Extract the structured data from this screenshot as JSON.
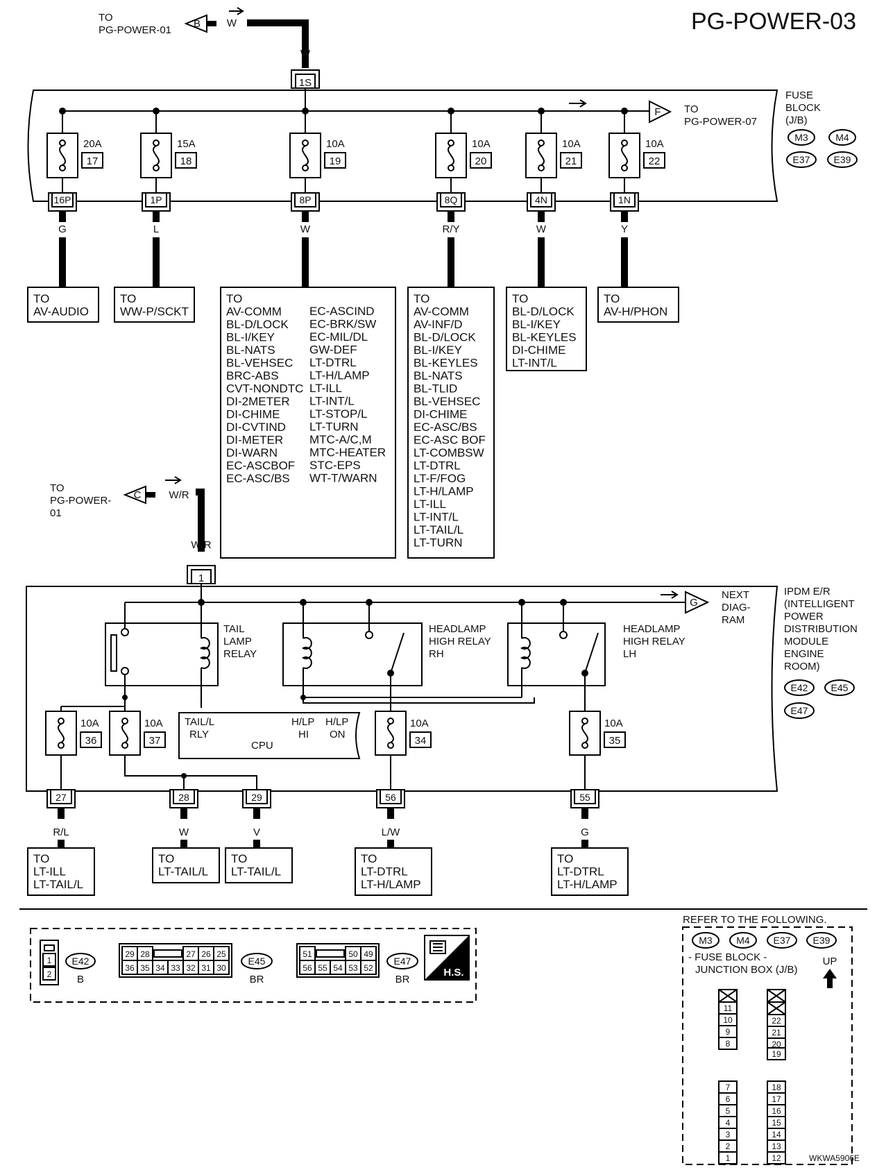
{
  "page_id": "PG-POWER-03",
  "top_link": {
    "to": "TO",
    "target": "PG-POWER-01",
    "connector": "B",
    "wire": "W"
  },
  "main_wire": "W",
  "main_connector": "1S",
  "fuse_block": {
    "name_lines": [
      "FUSE",
      "BLOCK",
      "(J/B)"
    ],
    "connectors": [
      "M3",
      "M4",
      "E37",
      "E39"
    ],
    "out_link": {
      "to": "TO",
      "target": "PG-POWER-07",
      "connector": "F"
    },
    "fuses": [
      {
        "rating": "20A",
        "number": "17",
        "terminal": "16P",
        "wire": "G"
      },
      {
        "rating": "15A",
        "number": "18",
        "terminal": "1P",
        "wire": "L"
      },
      {
        "rating": "10A",
        "number": "19",
        "terminal": "8P",
        "wire": "W"
      },
      {
        "rating": "10A",
        "number": "20",
        "terminal": "8Q",
        "wire": "R/Y"
      },
      {
        "rating": "10A",
        "number": "21",
        "terminal": "4N",
        "wire": "W"
      },
      {
        "rating": "10A",
        "number": "22",
        "terminal": "1N",
        "wire": "Y"
      }
    ]
  },
  "destinations_top": [
    {
      "lines": [
        "TO",
        "AV-AUDIO"
      ]
    },
    {
      "lines": [
        "TO",
        "WW-P/SCKT"
      ]
    },
    {
      "col1": [
        "TO",
        "AV-COMM",
        "BL-D/LOCK",
        "BL-I/KEY",
        "BL-NATS",
        "BL-VEHSEC",
        "BRC-ABS",
        "CVT-NONDTC",
        "DI-2METER",
        "DI-CHIME",
        "DI-CVTIND",
        "DI-METER",
        "DI-WARN",
        "EC-ASCBOF",
        "EC-ASC/BS"
      ],
      "col2": [
        "EC-ASCIND",
        "EC-BRK/SW",
        "EC-MIL/DL",
        "GW-DEF",
        "LT-DTRL",
        "LT-H/LAMP",
        "LT-ILL",
        "LT-INT/L",
        "LT-STOP/L",
        "LT-TURN",
        "MTC-A/C,M",
        "MTC-HEATER",
        "STC-EPS",
        "WT-T/WARN"
      ]
    },
    {
      "lines": [
        "TO",
        "AV-COMM",
        "AV-INF/D",
        "BL-D/LOCK",
        "BL-I/KEY",
        "BL-KEYLES",
        "BL-NATS",
        "BL-TLID",
        "BL-VEHSEC",
        "DI-CHIME",
        "EC-ASC/BS",
        "EC-ASC BOF",
        "LT-COMBSW",
        "LT-DTRL",
        "LT-F/FOG",
        "LT-H/LAMP",
        "LT-ILL",
        "LT-INT/L",
        "LT-TAIL/L",
        "LT-TURN"
      ]
    },
    {
      "lines": [
        "TO",
        "BL-D/LOCK",
        "BL-I/KEY",
        "BL-KEYLES",
        "DI-CHIME",
        "LT-INT/L"
      ]
    },
    {
      "lines": [
        "TO",
        "AV-H/PHON"
      ]
    }
  ],
  "ipdm_link": {
    "to": "TO",
    "target_lines": [
      "PG-POWER-",
      "01"
    ],
    "connector": "C",
    "wire": "W/R"
  },
  "ipdm_wire": "W/R",
  "ipdm_connector": "1",
  "ipdm": {
    "name_lines": [
      "IPDM E/R",
      "(INTELLIGENT",
      "POWER",
      "DISTRIBUTION",
      "MODULE",
      "ENGINE",
      "ROOM)"
    ],
    "connectors": [
      "E42",
      "E45",
      "E47"
    ],
    "next": {
      "lines": [
        "NEXT",
        "DIAG-",
        "RAM"
      ],
      "connector": "G"
    },
    "relays": [
      {
        "lines": [
          "TAIL",
          "LAMP",
          "RELAY"
        ]
      },
      {
        "lines": [
          "HEADLAMP",
          "HIGH RELAY",
          "RH"
        ]
      },
      {
        "lines": [
          "HEADLAMP",
          "HIGH RELAY",
          "LH"
        ]
      }
    ],
    "cpu": {
      "label": "CPU",
      "tail": [
        "TAIL/L",
        "RLY"
      ],
      "hlp_hi": [
        "H/LP",
        "HI"
      ],
      "hlp_on": [
        "H/LP",
        "ON"
      ]
    },
    "fuses": [
      {
        "rating": "10A",
        "number": "36"
      },
      {
        "rating": "10A",
        "number": "37"
      },
      {
        "rating": "10A",
        "number": "34"
      },
      {
        "rating": "10A",
        "number": "35"
      }
    ],
    "terminals": [
      {
        "terminal": "27",
        "wire": "R/L"
      },
      {
        "terminal": "28",
        "wire": "W"
      },
      {
        "terminal": "29",
        "wire": "V"
      },
      {
        "terminal": "56",
        "wire": "L/W"
      },
      {
        "terminal": "55",
        "wire": "G"
      }
    ]
  },
  "destinations_bottom": [
    {
      "lines": [
        "TO",
        "LT-ILL",
        "LT-TAIL/L"
      ]
    },
    {
      "lines": [
        "TO",
        "LT-TAIL/L"
      ]
    },
    {
      "lines": [
        "TO",
        "LT-TAIL/L"
      ]
    },
    {
      "lines": [
        "TO",
        "LT-DTRL",
        "LT-H/LAMP"
      ]
    },
    {
      "lines": [
        "TO",
        "LT-DTRL",
        "LT-H/LAMP"
      ]
    }
  ],
  "connector_views": [
    {
      "id": "E42",
      "color": "B",
      "pins": [
        "1",
        "2"
      ]
    },
    {
      "id": "E45",
      "color": "BR",
      "top": [
        "29",
        "28",
        "27",
        "26",
        "25"
      ],
      "bottom": [
        "36",
        "35",
        "34",
        "33",
        "32",
        "31",
        "30"
      ]
    },
    {
      "id": "E47",
      "color": "BR",
      "top": [
        "51",
        "50",
        "49"
      ],
      "bottom": [
        "56",
        "55",
        "54",
        "53",
        "52"
      ]
    },
    {
      "badge": "H.S."
    }
  ],
  "refer": {
    "title": "REFER TO THE FOLLOWING.",
    "connectors": [
      "M3",
      "M4",
      "E37",
      "E39"
    ],
    "desc_lines": [
      "- FUSE BLOCK -",
      "JUNCTION BOX (J/B)"
    ],
    "up": "UP",
    "left_top": [
      "11",
      "10",
      "9",
      "8"
    ],
    "left_bottom": [
      "7",
      "6",
      "5",
      "4",
      "3",
      "2",
      "1"
    ],
    "right_top": [
      "22",
      "21",
      "20"
    ],
    "right_mid": [
      "19"
    ],
    "right_bottom": [
      "18",
      "17",
      "16",
      "15",
      "14",
      "13",
      "12"
    ]
  },
  "diagram_code": "WKWA5906E"
}
